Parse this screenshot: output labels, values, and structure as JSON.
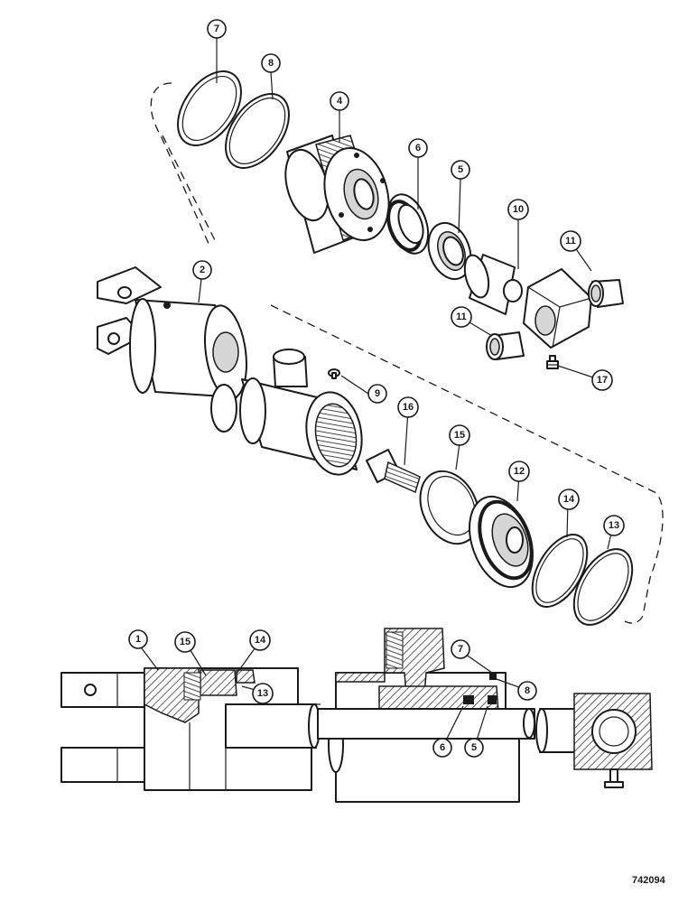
{
  "figure": {
    "number": "742094"
  },
  "callouts": {
    "c1": "1",
    "c2": "2",
    "c4": "4",
    "c5": "5",
    "c6": "6",
    "c7": "7",
    "c8": "8",
    "c9": "9",
    "c10": "10",
    "c11a": "11",
    "c11b": "11",
    "c12": "12",
    "c13": "13",
    "c14": "14",
    "c15": "15",
    "c16": "16",
    "c17": "17",
    "s1": "1",
    "s5": "5",
    "s6": "6",
    "s7": "7",
    "s8": "8",
    "s13": "13",
    "s14": "14",
    "s15": "15"
  }
}
